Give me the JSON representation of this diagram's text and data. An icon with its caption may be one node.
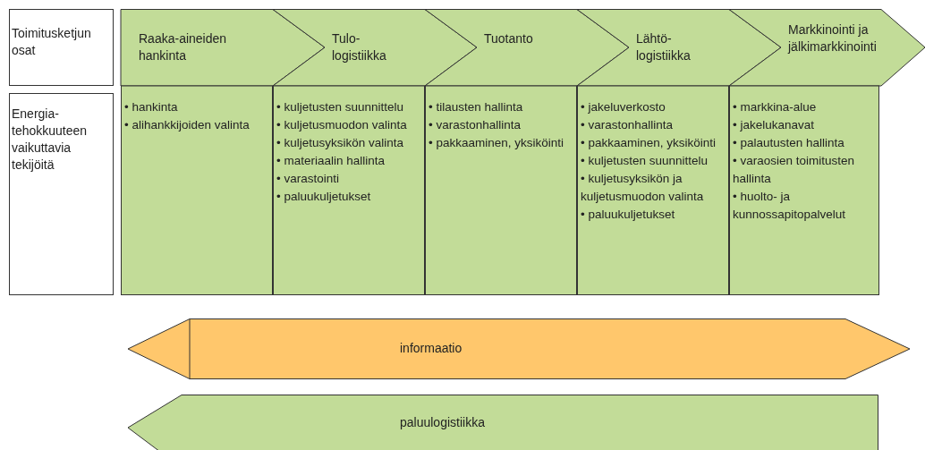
{
  "diagram": {
    "nodes": [
      {
        "text": [
          "Toimitusketjun osat"
        ]
      },
      {
        "text": [
          "Raaka-aineiden hankinta"
        ]
      },
      {
        "text": [
          "Tulo- logistiikka"
        ]
      },
      {
        "text": [
          "Tuotanto"
        ]
      },
      {
        "text": [
          "Lähtö- logistiikka"
        ]
      },
      {
        "text": [
          "Markkinointi ja jälkimarkkinointi"
        ]
      },
      {
        "text": [
          "Energia- tehokkuuteen vaikuttavia tekijöitä"
        ]
      },
      {
        "text": [
          "• hankinta",
          "• alihankkijoiden valinta"
        ]
      },
      {
        "text": [
          "• kuljetusten suunnittelu",
          "• kuljetusmuodon valinta",
          "• kuljetusyksikön valinta",
          "• materiaalin hallinta",
          "• varastointi",
          "• paluukuljetukset"
        ]
      },
      {
        "text": [
          "• tilausten hallinta",
          "• varastonhallinta",
          "• pakkaaminen, yksiköinti"
        ]
      },
      {
        "text": [
          "• jakeluverkosto",
          "• varastonhallinta",
          "• pakkaaminen, yksiköinti",
          "• kuljetusten suunnittelu",
          "• kuljetusyksikön ja kuljetusmuodon valinta",
          "• paluukuljetukset"
        ]
      },
      {
        "text": [
          "• markkina-alue",
          "• jakelukanavat",
          "• palautusten hallinta",
          "• varaosien toimitusten hallinta",
          "• huolto- ja kunnossapitopalvelut"
        ]
      },
      {
        "text": [
          "informaatio"
        ]
      },
      {
        "text": [
          "paluulogistiikka"
        ]
      }
    ]
  }
}
